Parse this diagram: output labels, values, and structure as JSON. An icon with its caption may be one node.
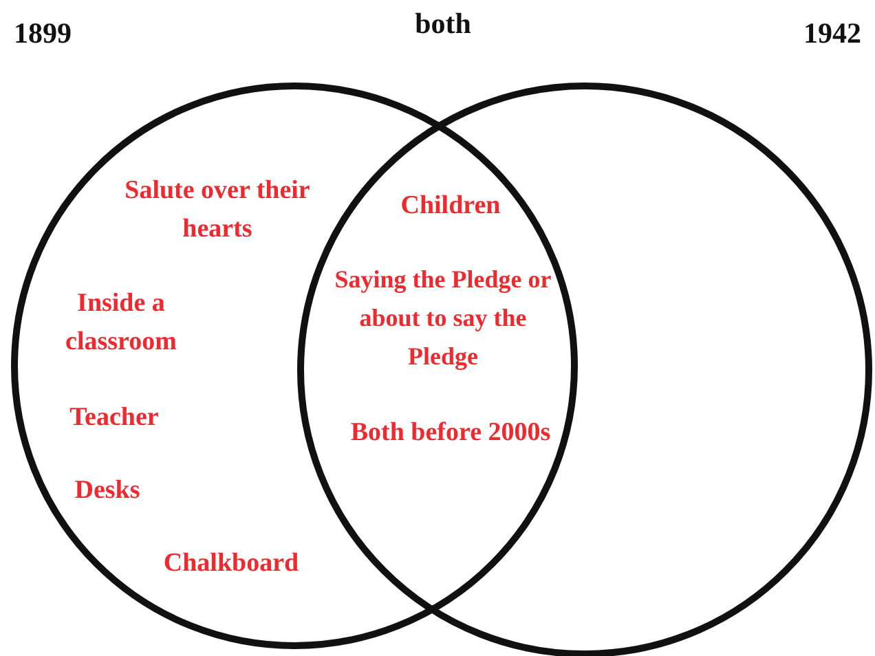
{
  "diagram": {
    "nodes": [
      {
        "text": [
          "Salute over their hearts",
          "Inside a classroom",
          "Teacher",
          "Desks",
          "Chalkboard"
        ],
        "beside": [
          "1899"
        ]
      },
      {
        "text": [],
        "shape": "circle",
        "beside": [
          "1942"
        ]
      }
    ],
    "edges": [],
    "labels": [
      "both",
      "Children",
      "Saying the Pledge or about to say the Pledge",
      "Both before 2000s"
    ]
  }
}
